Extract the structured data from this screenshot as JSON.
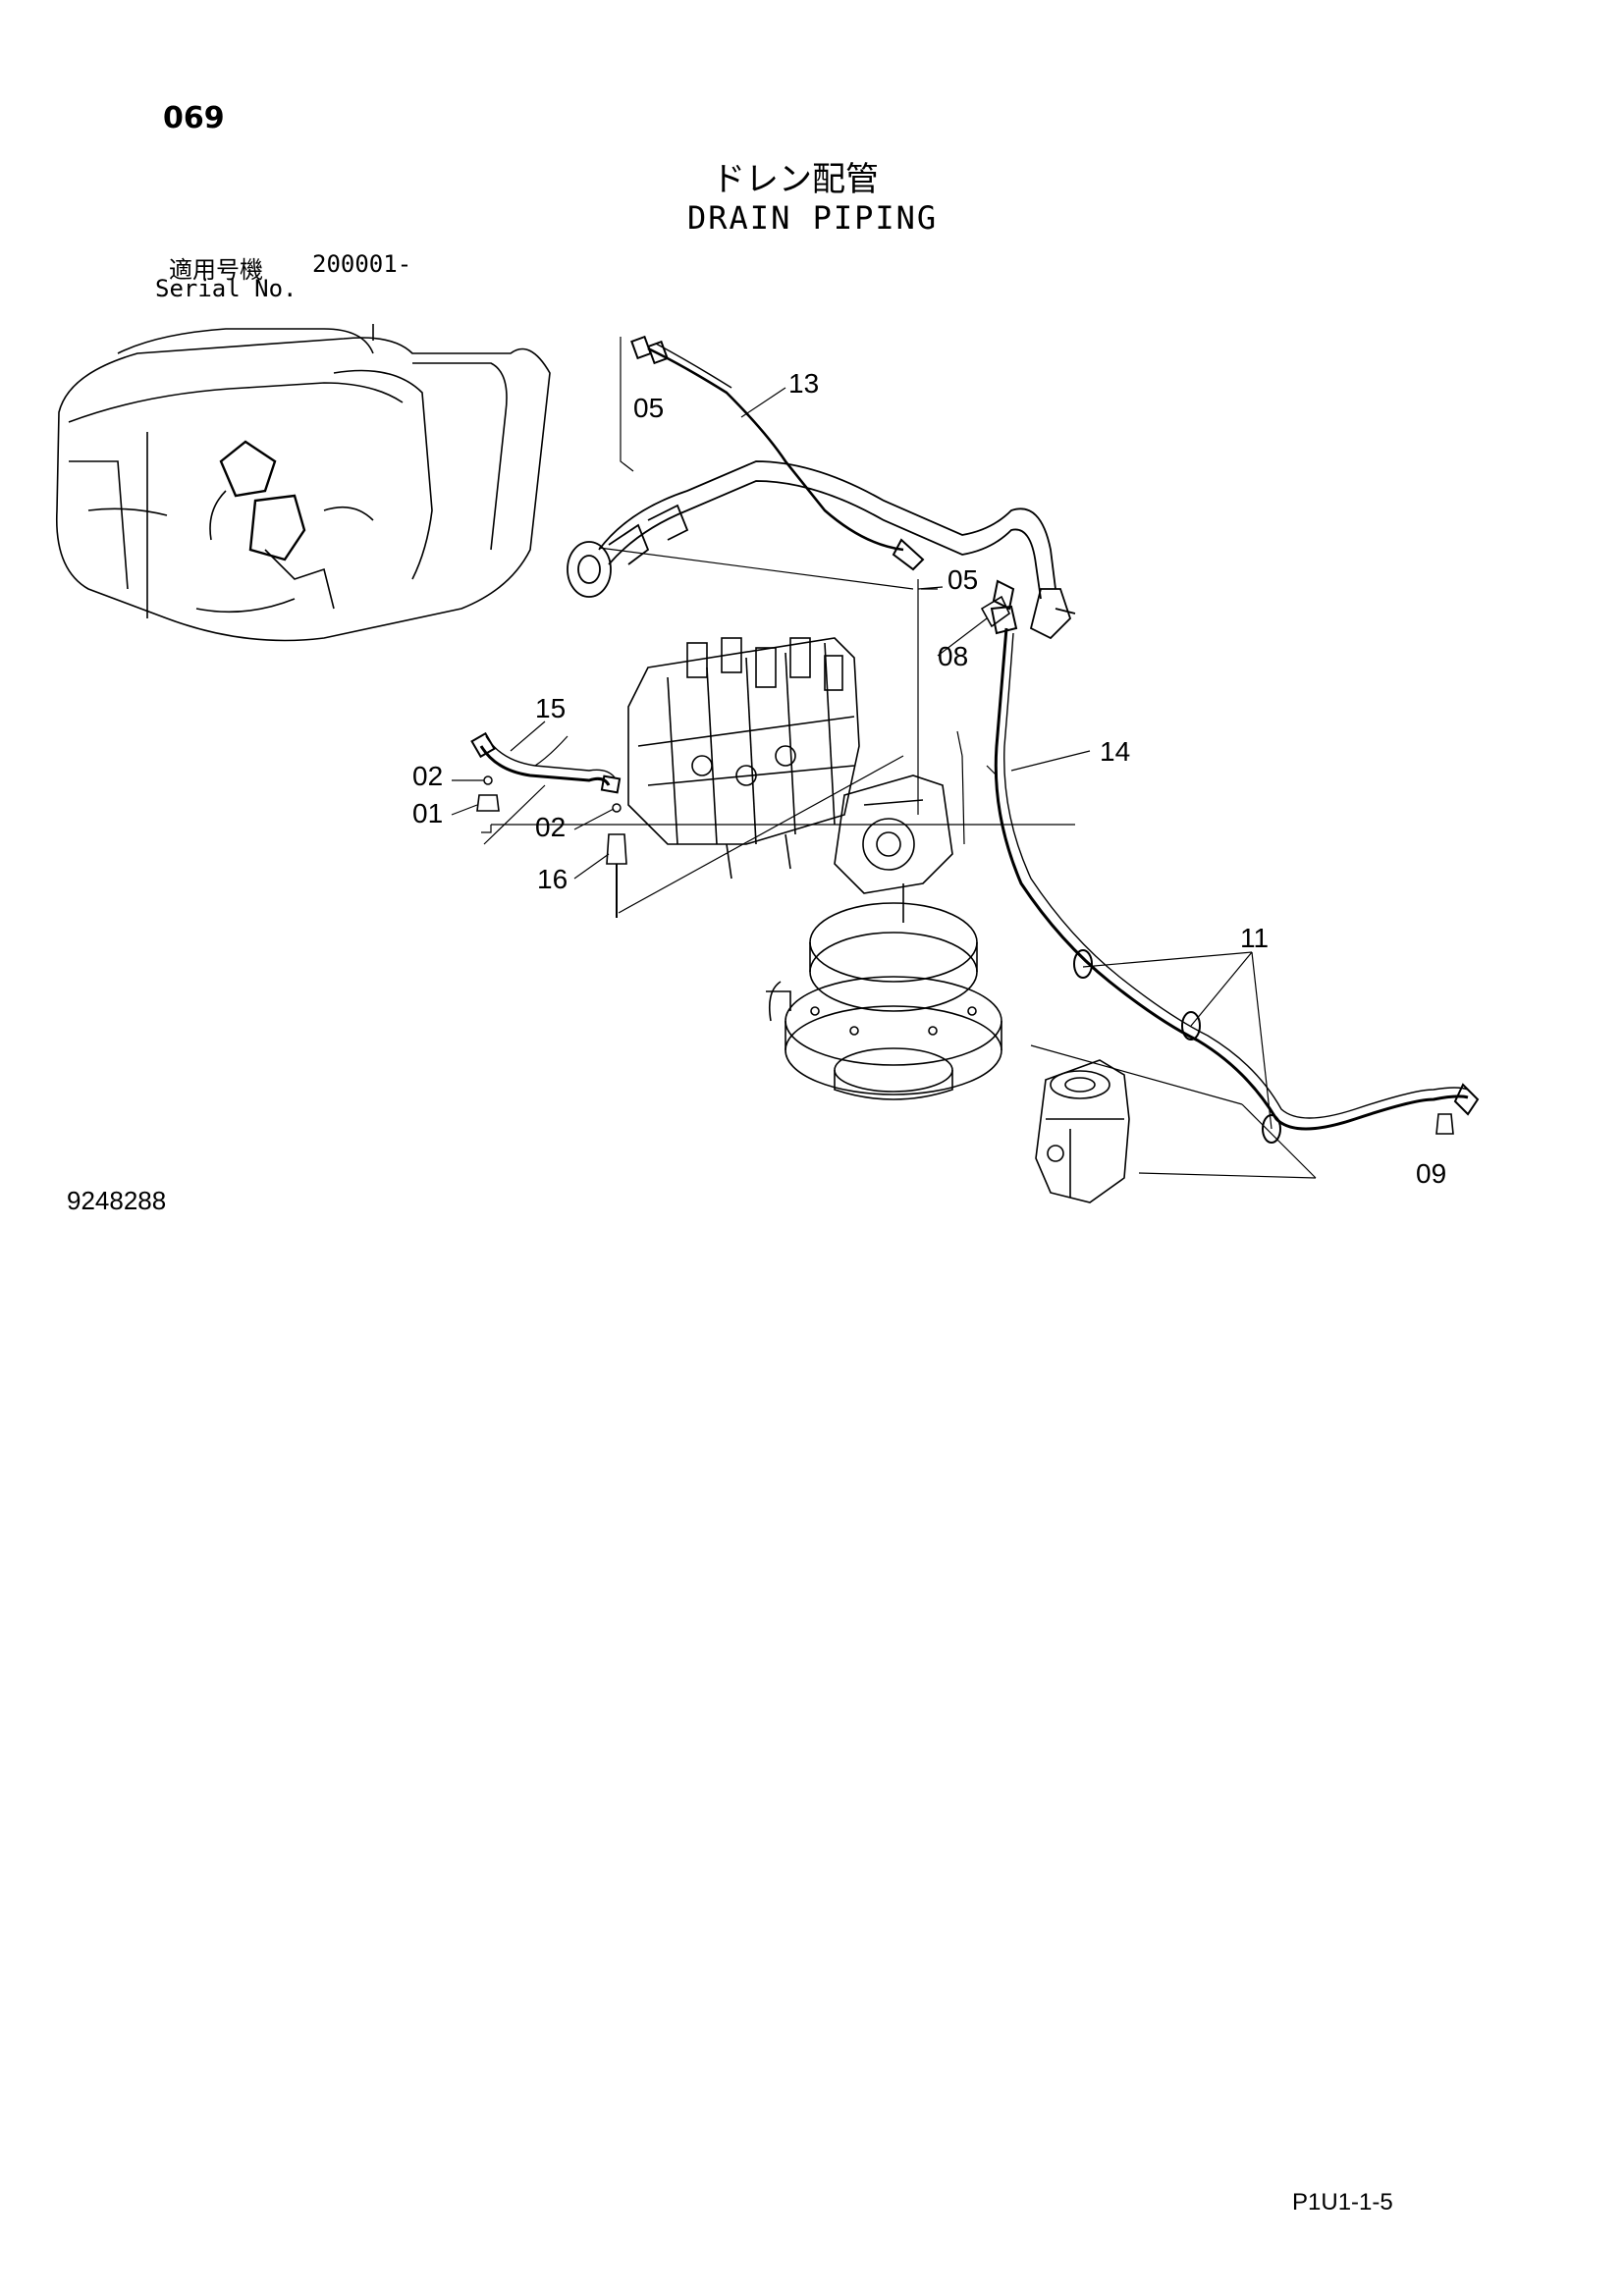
{
  "header": {
    "page_number": "069",
    "title_jp": "ドレン配管",
    "title_en": "DRAIN PIPING",
    "serial_label_jp": "適用号機",
    "serial_number": "200001-",
    "serial_label_en": "Serial No."
  },
  "figure": {
    "figure_number": "9248288",
    "callouts": [
      "05",
      "13",
      "05",
      "08",
      "14",
      "15",
      "02",
      "01",
      "02",
      "16",
      "11",
      "09"
    ]
  },
  "footer": {
    "page_ref": "P1U1-1-5"
  }
}
